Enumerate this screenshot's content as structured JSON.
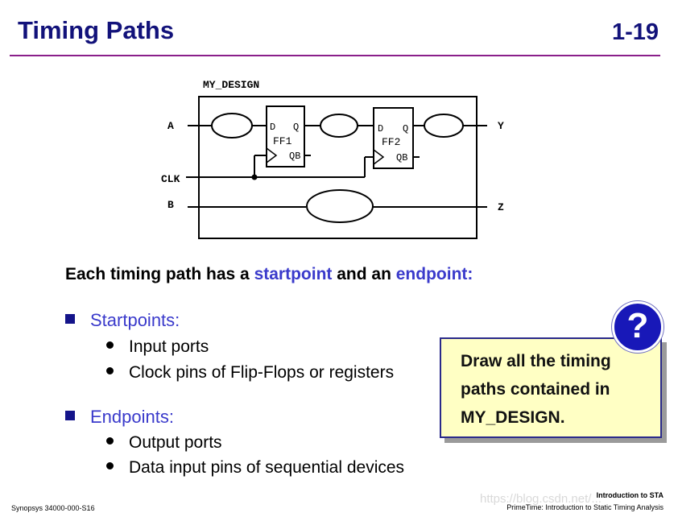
{
  "header": {
    "title": "Timing Paths",
    "slide_number": "1-19"
  },
  "diagram": {
    "design_name": "MY_DESIGN",
    "inputs": [
      "A",
      "CLK",
      "B"
    ],
    "outputs": [
      "Y",
      "Z"
    ],
    "ff1": {
      "name": "FF1",
      "d": "D",
      "q": "Q",
      "qb": "QB"
    },
    "ff2": {
      "name": "FF2",
      "d": "D",
      "q": "Q",
      "qb": "QB"
    }
  },
  "main": {
    "headline_prefix": "Each timing path has a ",
    "headline_start": "startpoint",
    "headline_mid": " and an ",
    "headline_end": "endpoint",
    "headline_suffix": ":",
    "sections": [
      {
        "label": "Startpoints:",
        "items": [
          "Input ports",
          "Clock pins of Flip-Flops or registers"
        ]
      },
      {
        "label": "Endpoints:",
        "items": [
          "Output ports",
          "Data input pins of sequential devices"
        ]
      }
    ]
  },
  "question": {
    "icon": "question-mark-icon",
    "icon_glyph": "?",
    "lines": [
      "Draw all the timing",
      "paths contained in",
      "MY_DESIGN."
    ]
  },
  "footer": {
    "left": "Synopsys  34000-000-S16",
    "right_line1": "Introduction to STA",
    "right_line2": "PrimeTime: Introduction to Static Timing Analysis",
    "watermark": "https://blog.csdn.net/..."
  },
  "colors": {
    "title": "#12127a",
    "rule": "#8a1f8a",
    "highlight": "#3a3acb",
    "question_box": "#ffffc4",
    "question_circle": "#1818b8"
  }
}
